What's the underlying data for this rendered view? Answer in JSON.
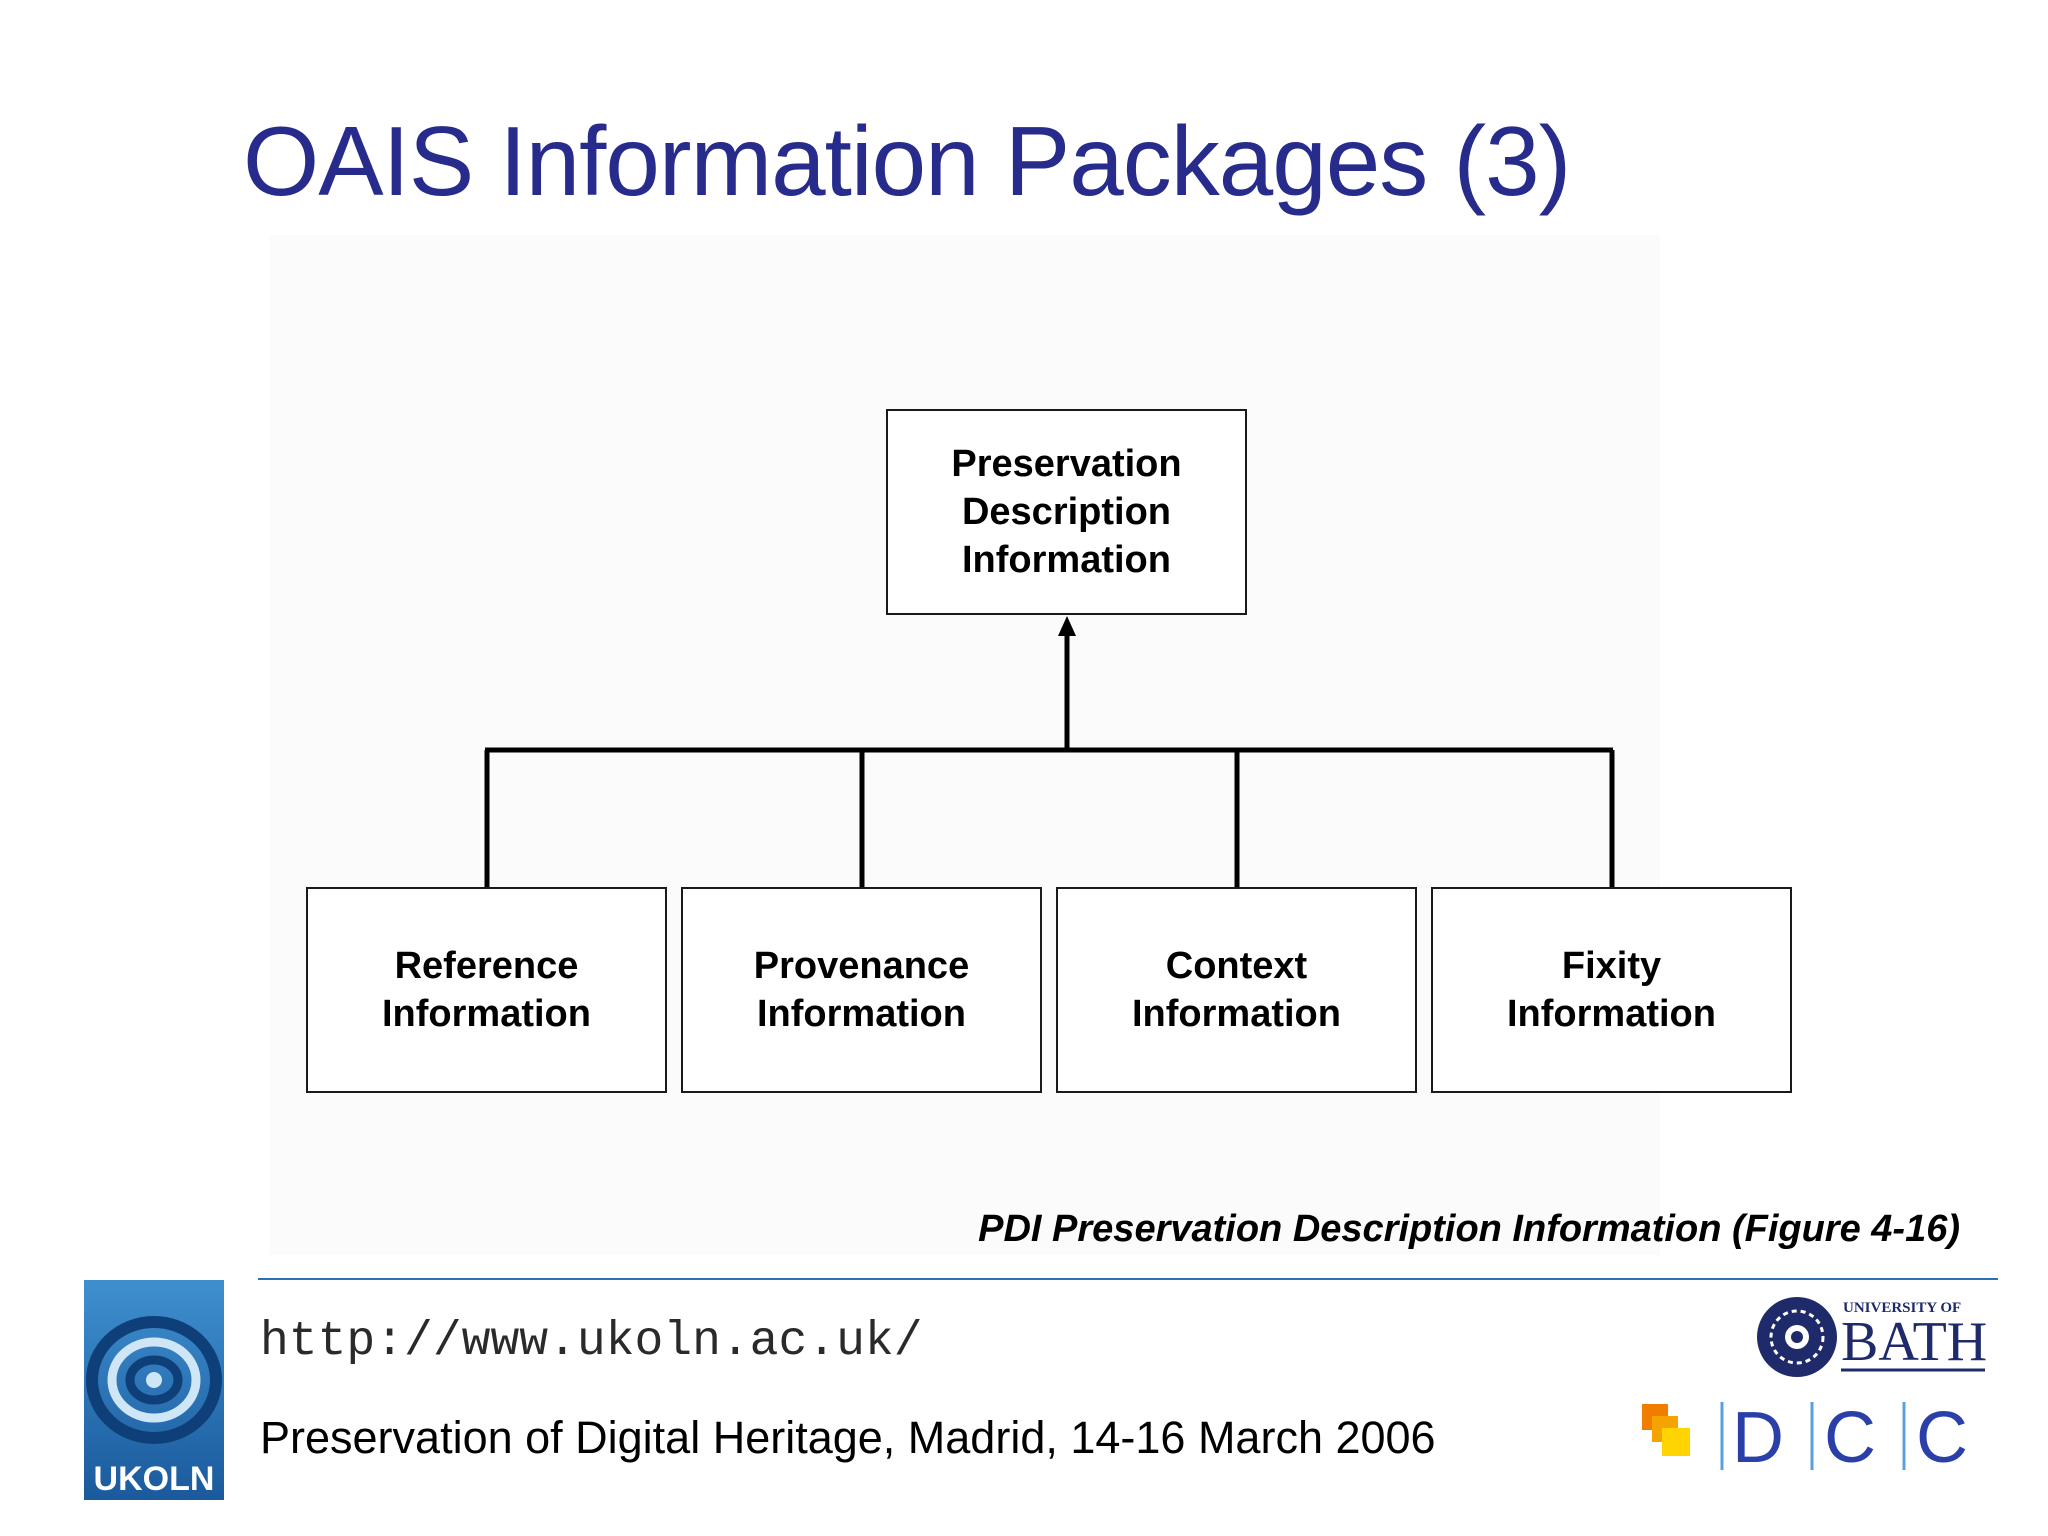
{
  "title": "OAIS Information Packages (3)",
  "diagram": {
    "root": {
      "lines": [
        "Preservation",
        "Description",
        "Information"
      ]
    },
    "children": [
      {
        "lines": [
          "Reference",
          "Information"
        ]
      },
      {
        "lines": [
          "Provenance",
          "Information"
        ]
      },
      {
        "lines": [
          "Context",
          "Information"
        ]
      },
      {
        "lines": [
          "Fixity",
          "Information"
        ]
      }
    ],
    "edges": [
      {
        "from": "Reference Information",
        "to": "Preservation Description Information"
      },
      {
        "from": "Provenance Information",
        "to": "Preservation Description Information"
      },
      {
        "from": "Context Information",
        "to": "Preservation Description Information"
      },
      {
        "from": "Fixity Information",
        "to": "Preservation Description Information"
      }
    ]
  },
  "caption": "PDI Preservation Description Information (Figure 4-16)",
  "footer": {
    "url": "http://www.ukoln.ac.uk/",
    "event": "Preservation of Digital Heritage, Madrid, 14-16 March 2006"
  },
  "logos": {
    "ukoln": {
      "text": "UKOLN"
    },
    "bath": {
      "small_text": "UNIVERSITY OF",
      "big_text": "BATH"
    },
    "dcc": {
      "letters": [
        "D",
        "C",
        "C"
      ]
    }
  },
  "colors": {
    "title": "#262b8c",
    "footer_rule": "#2e6fb7",
    "dcc_blue": "#2a3fa8",
    "bath_navy": "#1f2a6b"
  }
}
